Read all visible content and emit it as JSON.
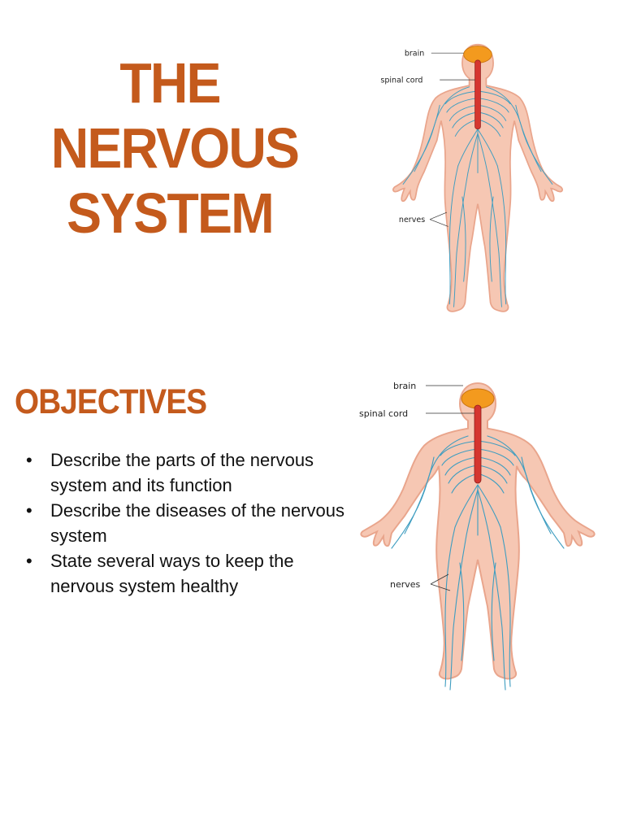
{
  "slide1": {
    "title_lines": [
      "THE",
      "NERVOUS",
      "SYSTEM"
    ],
    "diagram": {
      "labels": {
        "brain": "brain",
        "spinal_cord": "spinal cord",
        "nerves": "nerves"
      }
    }
  },
  "slide2": {
    "heading": "OBJECTIVES",
    "bullet_symbol": "•",
    "bullets": [
      "Describe the parts of the nervous system and its function",
      "Describe the diseases of the nervous system",
      "State several ways to keep the nervous system healthy"
    ],
    "diagram": {
      "labels": {
        "brain": "brain",
        "spinal_cord": "spinal cord",
        "nerves": "nerves"
      }
    }
  },
  "colors": {
    "title": "#C45A1C",
    "skin": "#F6C7B3",
    "skin_outline": "#E9A58C",
    "brain": "#F39A1E",
    "spinal_cord": "#D5352F",
    "nerves": "#3E9DC0"
  }
}
